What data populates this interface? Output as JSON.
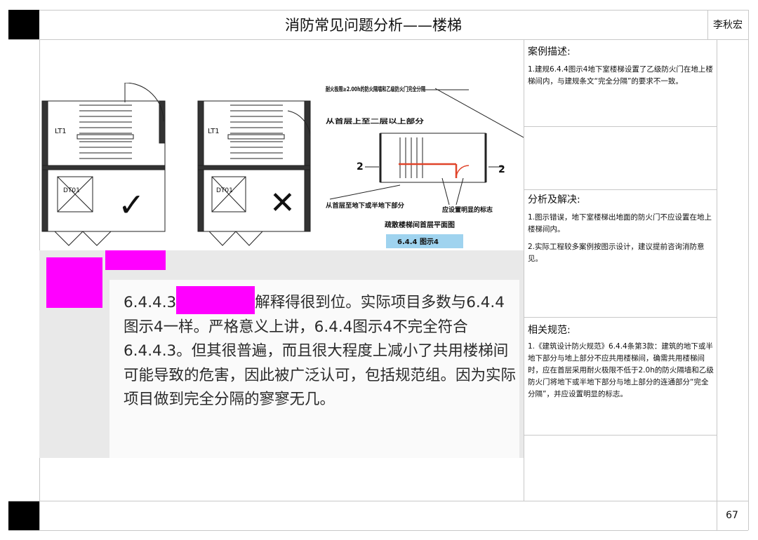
{
  "header": {
    "title": "消防常见问题分析——楼梯",
    "author": "李秋宏"
  },
  "figures": {
    "stair_label": "LT1",
    "elevator_label": "DT01",
    "correct_mark": "✓",
    "wrong_mark": "✕",
    "note_top": "耐火极限≥2.00h的防火隔墙和乙级防火门完全分隔",
    "note_upper": "从首层上至二层以上部分",
    "note_lower": "从首层至地下或半地下部分",
    "note_sign": "应设置明显的标志",
    "fig_subtitle": "疏散楼梯间首层平面图",
    "fig_caption": "6.4.4 图示4",
    "axis_mark": "2"
  },
  "quote": {
    "text_before": "6.4.4.3",
    "text_after": "解释得很到位。实际项目多数与6.4.4图示4一样。严格意义上讲，6.4.4图示4不完全符合6.4.4.3。但其很普遍，而且很大程度上减小了共用楼梯间可能导致的危害，因此被广泛认可，包括规范组。因为实际项目做到完全分隔的寥寥无几。"
  },
  "sections": {
    "case": {
      "title": "案例描述:",
      "body": "1.建规6.4.4图示4地下室楼梯设置了乙级防火门在地上楼梯间内，与建规条文“完全分隔”的要求不一致。"
    },
    "analysis": {
      "title": "分析及解决:",
      "item1": "1.图示错误，地下室楼梯出地面的防火门不应设置在地上楼梯间内。",
      "item2": "2.实际工程较多案例按图示设计，建议提前咨询消防意见。"
    },
    "codes": {
      "title": "相关规范:",
      "body": "1.《建筑设计防火规范》6.4.4条第3款：建筑的地下或半地下部分与地上部分不应共用楼梯间，确需共用楼梯间时，应在首层采用耐火极限不低于2.0h的防火隔墙和乙级防火门将地下或半地下部分与地上部分的连通部分“完全分隔”，并应设置明显的标志。"
    }
  },
  "footer": {
    "page_number": "67"
  }
}
